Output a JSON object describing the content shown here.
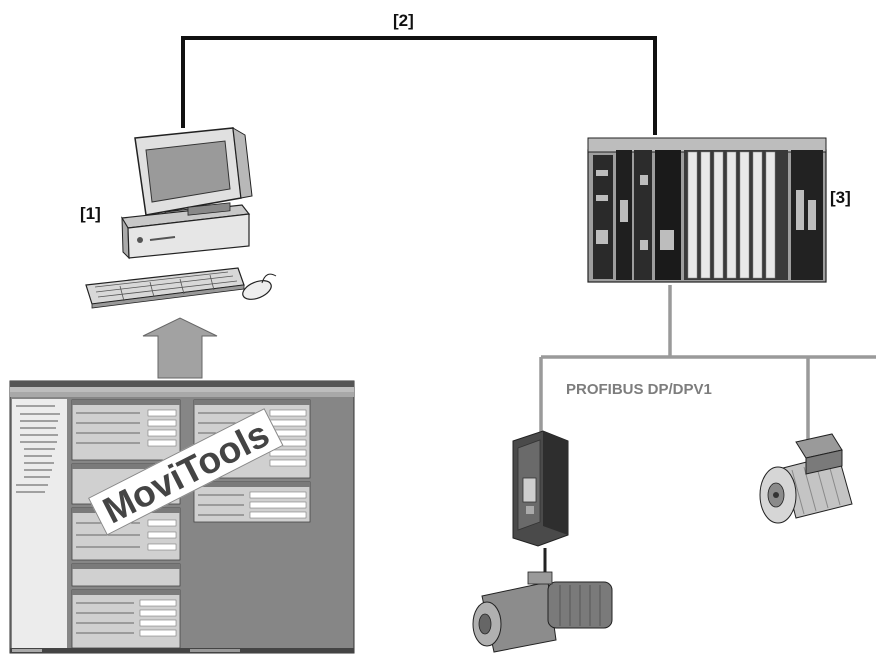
{
  "labels": {
    "pc": "[1]",
    "link": "[2]",
    "plc": "[3]",
    "bus": "PROFIBUS DP/DPV1",
    "software": "MoviTools"
  }
}
